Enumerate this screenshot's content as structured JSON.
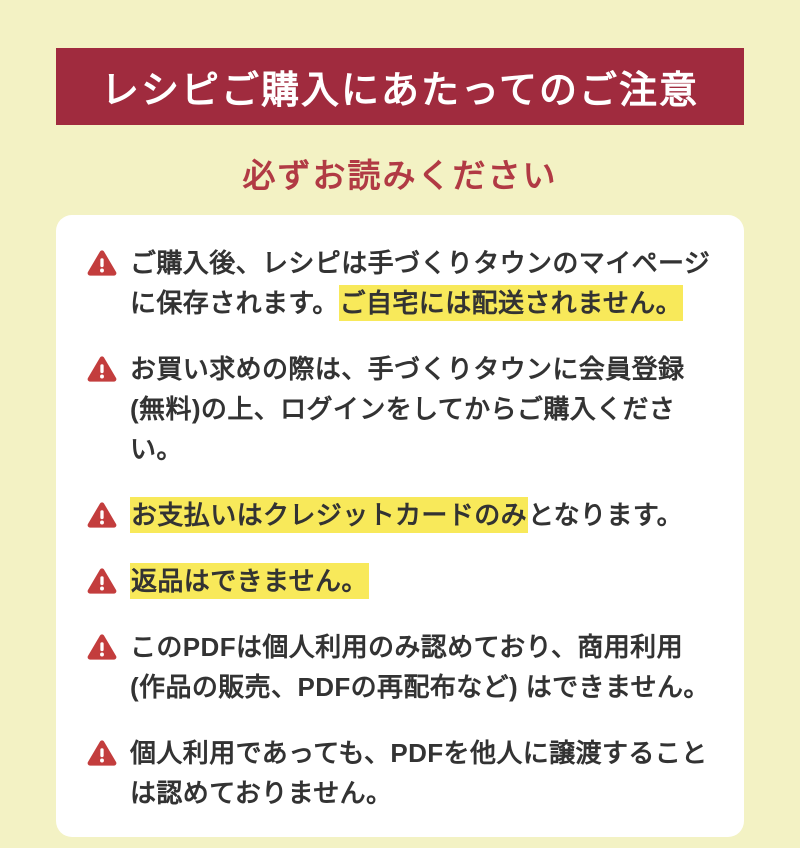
{
  "banner": {
    "title": "レシピご購入にあたってのご注意"
  },
  "subtitle": "必ずお読みください",
  "notices": [
    {
      "segments": [
        {
          "text": "ご購入後、レシピは手づくりタウンのマイページ\nに保存されます。",
          "highlight": false
        },
        {
          "text": "ご自宅には配送されません。",
          "highlight": true
        }
      ]
    },
    {
      "segments": [
        {
          "text": "お買い求めの際は、手づくりタウンに会員登録\n(無料)の上、ログインをしてからご購入ください。",
          "highlight": false
        }
      ]
    },
    {
      "segments": [
        {
          "text": "お支払いはクレジットカードのみ",
          "highlight": true
        },
        {
          "text": "となります。",
          "highlight": false
        }
      ]
    },
    {
      "segments": [
        {
          "text": "返品はできません。",
          "highlight": true
        }
      ]
    },
    {
      "segments": [
        {
          "text": "このPDFは個人利用のみ認めており、商用利用\n(作品の販売、PDFの再配布など) はできません。",
          "highlight": false
        }
      ]
    },
    {
      "segments": [
        {
          "text": "個人利用であっても、PDFを他人に譲渡すること\nは認めておりません。",
          "highlight": false
        }
      ]
    }
  ],
  "icons": {
    "warning": "warning-triangle-icon"
  },
  "colors": {
    "page_bg": "#f3f2c4",
    "banner_bg": "#a02b3e",
    "banner_text": "#ffffff",
    "subtitle_text": "#b13a44",
    "panel_bg": "#ffffff",
    "body_text": "#333333",
    "icon_red": "#c33d3d",
    "highlight": "#f8e95a"
  }
}
